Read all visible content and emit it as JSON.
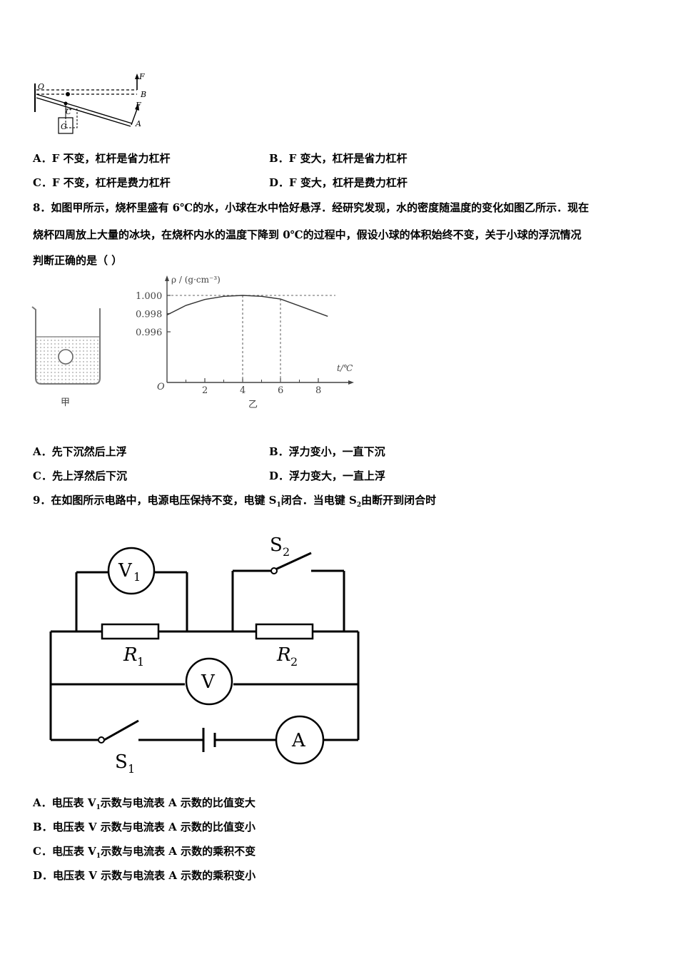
{
  "q7": {
    "figure": {
      "labels": {
        "O": "O",
        "B": "B",
        "F_top": "F",
        "F_bottom": "F",
        "C": "C",
        "A": "A",
        "G": "G"
      }
    },
    "options": {
      "A": "A．F 不变，杠杆是省力杠杆",
      "B": "B．F 变大，杠杆是省力杠杆",
      "C": "C．F 不变，杠杆是费力杠杆",
      "D": "D．F 变大，杠杆是费力杠杆"
    }
  },
  "q8": {
    "stem_line1": "8．如图甲所示，烧杯里盛有 6℃的水，小球在水中恰好悬浮．经研究发现，水的密度随温度的变化如图乙所示．现在",
    "stem_line2": "烧杯四周放上大量的冰块，在烧杯内水的温度下降到 0℃的过程中，假设小球的体积始终不变，关于小球的浮沉情况",
    "stem_line3": "判断正确的是（  ）",
    "fig_jia_caption": "甲",
    "fig_yi_caption": "乙",
    "options": {
      "A": "A．先下沉然后上浮",
      "B": "B．浮力变小，一直下沉",
      "C": "C．先上浮然后下沉",
      "D": "D．浮力变大，一直上浮"
    }
  },
  "chart_data": {
    "type": "line",
    "ylabel": "ρ / (g·cm⁻³)",
    "xlabel": "t/℃",
    "origin_label": "O",
    "x_ticks": [
      "2",
      "4",
      "6",
      "8"
    ],
    "y_ticks": [
      "1.000",
      "0.998",
      "0.996"
    ],
    "series": [
      {
        "x": [
          0,
          1,
          2,
          3,
          4,
          5,
          6,
          7,
          8.5
        ],
        "y": [
          0.99785,
          0.9989,
          0.99955,
          0.9999,
          1.0,
          0.9999,
          0.9996,
          0.99885,
          0.9977
        ]
      }
    ],
    "annotations": {
      "dashed_x": [
        4,
        6
      ]
    }
  },
  "q9": {
    "stem_text": "9．在如图所示电路中，电源电压保持不变，电键 S",
    "stem_sub1": "1",
    "stem_mid": "闭合．当电键 S",
    "stem_sub2": "2",
    "stem_end": "由断开到闭合时",
    "circuit": {
      "V1": "V",
      "V1_sub": "1",
      "S2": "S",
      "S2_sub": "2",
      "R1": "R",
      "R1_sub": "1",
      "R2": "R",
      "R2_sub": "2",
      "V": "V",
      "A": "A",
      "S1": "S",
      "S1_sub": "1"
    },
    "options": {
      "A_pre": "A．电压表 V",
      "A_sub": "1",
      "A_post": "示数与电流表 A 示数的比值变大",
      "B": "B．电压表 V 示数与电流表 A 示数的比值变小",
      "C_pre": "C．电压表 V",
      "C_sub": "1",
      "C_post": "示数与电流表 A 示数的乘积不变",
      "D": "D．电压表 V 示数与电流表 A 示数的乘积变小"
    }
  }
}
